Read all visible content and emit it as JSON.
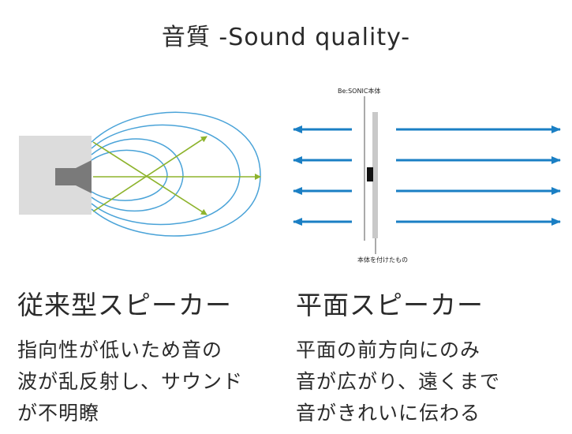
{
  "title": "音質 -Sound quality-",
  "left": {
    "heading": "従来型スピーカー",
    "desc_lines": [
      "指向性が低いため音の",
      "波が乱反射し、サウンド",
      "が不明瞭"
    ]
  },
  "right": {
    "heading": "平面スピーカー",
    "desc_lines": [
      "平面の前方向にのみ",
      "音が広がり、遠くまで",
      "音がきれいに伝わる"
    ],
    "device_label": "Be:SONIC本体",
    "mount_label": "本体を付けたもの"
  },
  "colors": {
    "arrow_blue": "#1a7fc4",
    "wave_green": "#8db32c",
    "wave_blue": "#4aa3d8",
    "speaker_box": "#dcdcdc",
    "speaker_cone": "#7a7a7a"
  }
}
